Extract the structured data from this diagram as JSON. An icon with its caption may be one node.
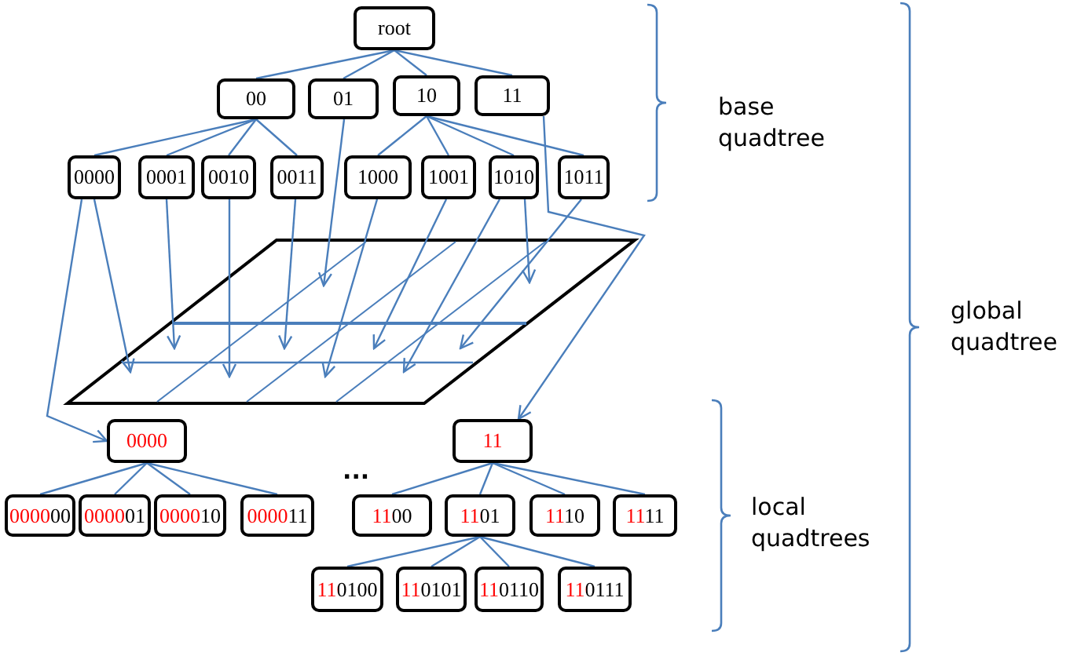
{
  "diagram": {
    "nodes": [
      {
        "text": [
          "root"
        ]
      },
      {
        "text": [
          "00"
        ]
      },
      {
        "text": [
          "01"
        ]
      },
      {
        "text": [
          "10"
        ]
      },
      {
        "text": [
          "11"
        ]
      },
      {
        "text": [
          "0000"
        ]
      },
      {
        "text": [
          "0001"
        ]
      },
      {
        "text": [
          "0010"
        ]
      },
      {
        "text": [
          "0011"
        ]
      },
      {
        "text": [
          "1000"
        ]
      },
      {
        "text": [
          "1001"
        ]
      },
      {
        "text": [
          "1010"
        ]
      },
      {
        "text": [
          "1011"
        ]
      },
      {
        "text": [
          "0000"
        ]
      },
      {
        "text": [
          "11"
        ]
      },
      {
        "text": [
          "000000"
        ]
      },
      {
        "text": [
          "000001"
        ]
      },
      {
        "text": [
          "000010"
        ]
      },
      {
        "text": [
          "000011"
        ]
      },
      {
        "text": [
          "1100"
        ]
      },
      {
        "text": [
          "1101"
        ]
      },
      {
        "text": [
          "1110"
        ]
      },
      {
        "text": [
          "1111"
        ]
      },
      {
        "text": [
          "110100"
        ]
      },
      {
        "text": [
          "110101"
        ]
      },
      {
        "text": [
          "110110"
        ]
      },
      {
        "text": [
          "110111"
        ]
      },
      {
        "text": [],
        "shape": "picture"
      }
    ],
    "edges": [
      {
        "from": 0,
        "to": 1,
        "arrow": "none"
      },
      {
        "from": 0,
        "to": 2,
        "arrow": "none"
      },
      {
        "from": 0,
        "to": 3,
        "arrow": "none"
      },
      {
        "from": 0,
        "to": 4,
        "arrow": "none"
      },
      {
        "from": 1,
        "to": 5,
        "arrow": "none"
      },
      {
        "from": 1,
        "to": 6,
        "arrow": "none"
      },
      {
        "from": 1,
        "to": 7,
        "arrow": "none"
      },
      {
        "from": 1,
        "to": 8,
        "arrow": "none"
      },
      {
        "from": 3,
        "to": 9,
        "arrow": "none"
      },
      {
        "from": 3,
        "to": 10,
        "arrow": "none"
      },
      {
        "from": 3,
        "to": 11,
        "arrow": "none"
      },
      {
        "from": 3,
        "to": 12,
        "arrow": "none"
      },
      {
        "from": 5,
        "to": 27,
        "arrow": "to"
      },
      {
        "from": 5,
        "to": 13,
        "arrow": "to"
      },
      {
        "from": 6,
        "to": 27,
        "arrow": "to"
      },
      {
        "from": 7,
        "to": 27,
        "arrow": "to"
      },
      {
        "from": 8,
        "to": 27,
        "arrow": "to"
      },
      {
        "from": 2,
        "to": 27,
        "arrow": "to"
      },
      {
        "from": 9,
        "to": 27,
        "arrow": "to"
      },
      {
        "from": 10,
        "to": 27,
        "arrow": "to"
      },
      {
        "from": 11,
        "to": 27,
        "arrow": "to"
      },
      {
        "from": 11,
        "to": 27,
        "arrow": "to"
      },
      {
        "from": 12,
        "to": 27,
        "arrow": "to"
      },
      {
        "from": 4,
        "to": 14,
        "arrow": "to"
      },
      {
        "from": 13,
        "to": 15,
        "arrow": "none"
      },
      {
        "from": 13,
        "to": 16,
        "arrow": "none"
      },
      {
        "from": 13,
        "to": 17,
        "arrow": "none"
      },
      {
        "from": 13,
        "to": 18,
        "arrow": "none"
      },
      {
        "from": 14,
        "to": 19,
        "arrow": "none"
      },
      {
        "from": 14,
        "to": 20,
        "arrow": "none"
      },
      {
        "from": 14,
        "to": 21,
        "arrow": "none"
      },
      {
        "from": 14,
        "to": 22,
        "arrow": "none"
      },
      {
        "from": 20,
        "to": 23,
        "arrow": "none"
      },
      {
        "from": 20,
        "to": 24,
        "arrow": "none"
      },
      {
        "from": 20,
        "to": 25,
        "arrow": "none"
      },
      {
        "from": 20,
        "to": 26,
        "arrow": "none"
      }
    ],
    "labels": [
      "base quadtree",
      "global quadtree",
      "...",
      "local quadtrees"
    ]
  }
}
